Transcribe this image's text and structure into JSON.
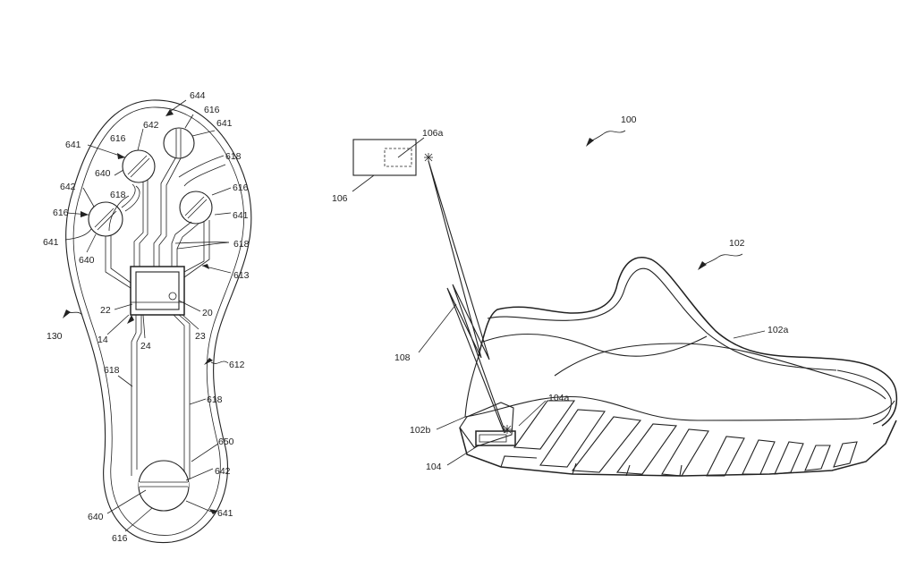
{
  "insole": {
    "labels": {
      "l644": "644",
      "l616a": "616",
      "l641a": "641",
      "l642a": "642",
      "l641b": "641",
      "l616b": "616",
      "l640a": "640",
      "l618a": "618",
      "l642b": "642",
      "l618b": "618",
      "l616c": "616",
      "l616d": "616",
      "l641c": "641",
      "l641d": "641",
      "l640b": "640",
      "l618c": "618",
      "l613": "613",
      "l22": "22",
      "l20": "20",
      "l130": "130",
      "l14": "14",
      "l24": "24",
      "l23": "23",
      "l612": "612",
      "l618d": "618",
      "l618e": "618",
      "l650": "650",
      "l642c": "642",
      "l640c": "640",
      "l641e": "641",
      "l616e": "616"
    }
  },
  "shoe": {
    "labels": {
      "l100": "100",
      "l106a": "106a",
      "l106": "106",
      "l102": "102",
      "l108": "108",
      "l102a": "102a",
      "l104a": "104a",
      "l102b": "102b",
      "l104": "104"
    }
  }
}
